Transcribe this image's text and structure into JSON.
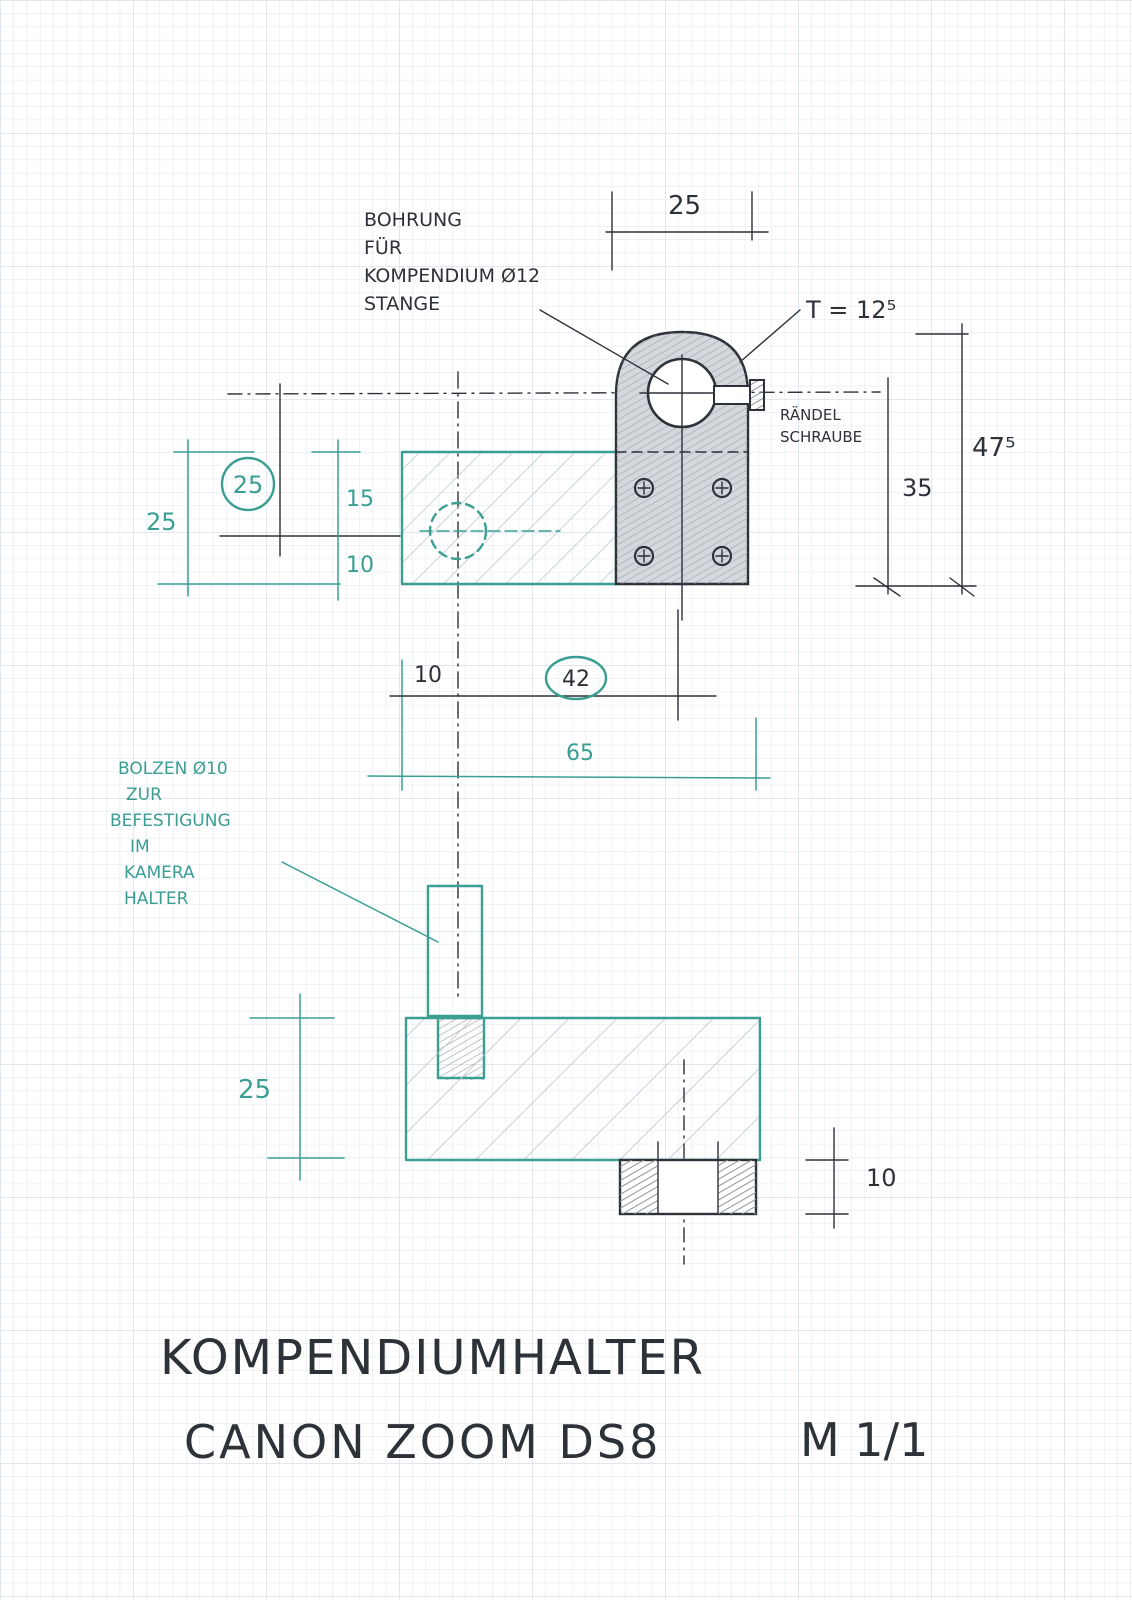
{
  "drawing": {
    "title_line1": "KOMPENDIUMHALTER",
    "title_line2": "CANON ZOOM DS8",
    "scale": "M 1/1",
    "colors": {
      "paper": "#ffffff",
      "grid": "#cdd6e0",
      "ink": "#2d3138",
      "teal": "#3a9e93",
      "hatch_gray": "#b9bdc3"
    }
  },
  "labels": {
    "bore_note": [
      "BOHRUNG",
      "FÜR",
      "KOMPENDIUM Ø12",
      "STANGE"
    ],
    "thread": "T = 12⁵",
    "knurl_screw": [
      "RÄNDEL",
      "SCHRAUBE"
    ],
    "bolt_note": [
      "BOLZEN Ø10",
      "ZUR",
      "BEFESTIGUNG",
      "IM",
      "KAMERA",
      "HALTER"
    ]
  },
  "dimensions": {
    "top_width": "25",
    "height_total": "47⁵",
    "height_35": "35",
    "left_25": "25",
    "left_25_circled": "25",
    "left_15": "15",
    "left_10": "10",
    "dim_10": "10",
    "dim_42_circled": "42",
    "dim_65": "65",
    "bottom_25": "25",
    "bottom_10": "10"
  }
}
